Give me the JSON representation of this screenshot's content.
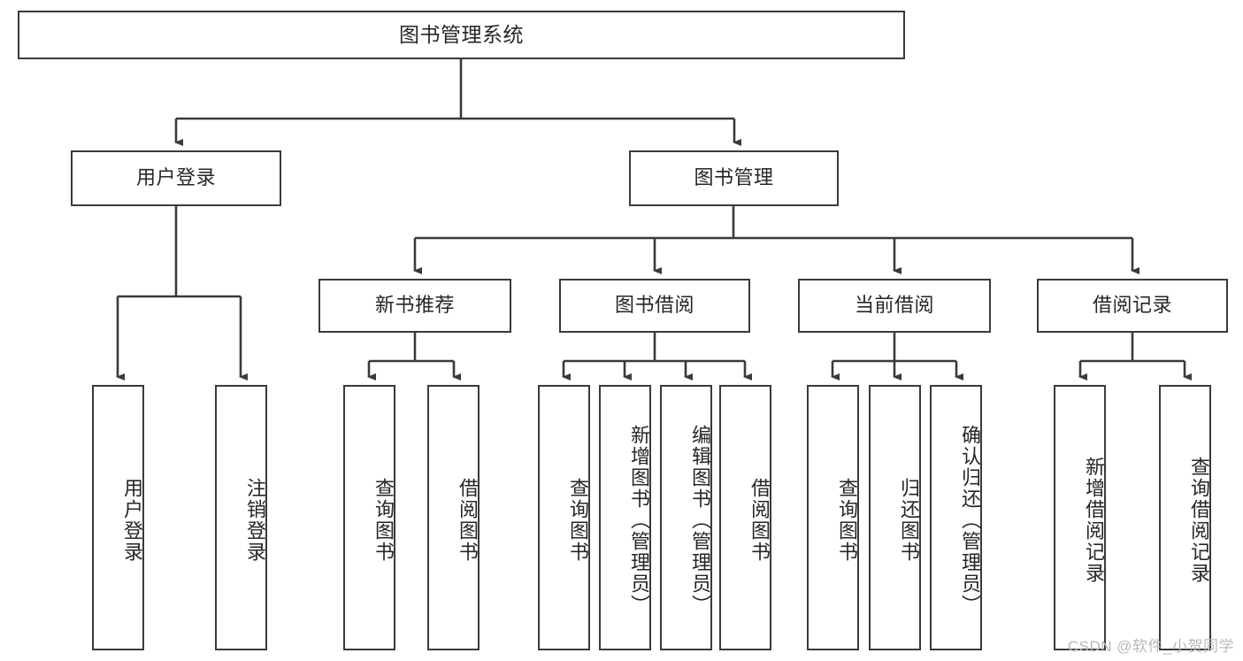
{
  "diagram": {
    "title": "图书管理系统",
    "type": "functional-structure-tree",
    "watermark": "CSDN @软件_小贺同学",
    "colors": {
      "border": "#3a3a3a",
      "text": "#262626",
      "background": "#ffffff",
      "watermark": "#b9b9b9"
    },
    "root": {
      "label": "图书管理系统"
    },
    "level2": [
      {
        "label": "用户登录"
      },
      {
        "label": "图书管理"
      }
    ],
    "level3": [
      {
        "label": "新书推荐"
      },
      {
        "label": "图书借阅"
      },
      {
        "label": "当前借阅"
      },
      {
        "label": "借阅记录"
      }
    ],
    "leaves": {
      "user_login": [
        {
          "label": "用户登录"
        },
        {
          "label": "注销登录"
        }
      ],
      "new_book_recommend": [
        {
          "label": "查询图书"
        },
        {
          "label": "借阅图书"
        }
      ],
      "book_borrow": [
        {
          "label": "查询图书"
        },
        {
          "label": "新增图书（管理员）"
        },
        {
          "label": "编辑图书（管理员）"
        },
        {
          "label": "借阅图书"
        }
      ],
      "current_borrow": [
        {
          "label": "查询图书"
        },
        {
          "label": "归还图书"
        },
        {
          "label": "确认归还（管理员）"
        }
      ],
      "borrow_record": [
        {
          "label": "新增借阅记录"
        },
        {
          "label": "查询借阅记录"
        }
      ]
    }
  }
}
